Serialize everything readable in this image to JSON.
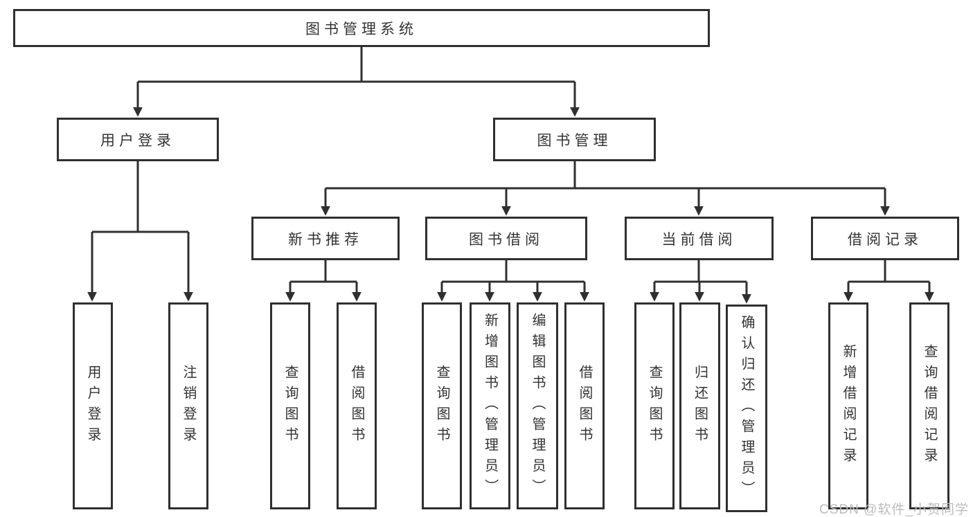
{
  "diagram_title": "图书管理系统",
  "tree": {
    "label": "图书管理系统",
    "children": [
      {
        "label": "用户登录",
        "children": [
          {
            "label": "用户登录"
          },
          {
            "label": "注销登录"
          }
        ]
      },
      {
        "label": "图书管理",
        "children": [
          {
            "label": "新书推荐",
            "children": [
              {
                "label": "查询图书"
              },
              {
                "label": "借阅图书"
              }
            ]
          },
          {
            "label": "图书借阅",
            "children": [
              {
                "label": "查询图书"
              },
              {
                "label": "新增图书（管理员）"
              },
              {
                "label": "编辑图书（管理员）"
              },
              {
                "label": "借阅图书"
              }
            ]
          },
          {
            "label": "当前借阅",
            "children": [
              {
                "label": "查询图书"
              },
              {
                "label": "归还图书"
              },
              {
                "label": "确认归还（管理员）"
              }
            ]
          },
          {
            "label": "借阅记录",
            "children": [
              {
                "label": "新增借阅记录"
              },
              {
                "label": "查询借阅记录"
              }
            ]
          }
        ]
      }
    ]
  },
  "watermark": {
    "text": "CSDN @软件_小贺同学"
  },
  "colors": {
    "line": "#2f2f2f",
    "text": "#333333",
    "box_bg": "#ffffff",
    "page_bg": "#ffffff",
    "watermark": "#bcbcbc"
  }
}
